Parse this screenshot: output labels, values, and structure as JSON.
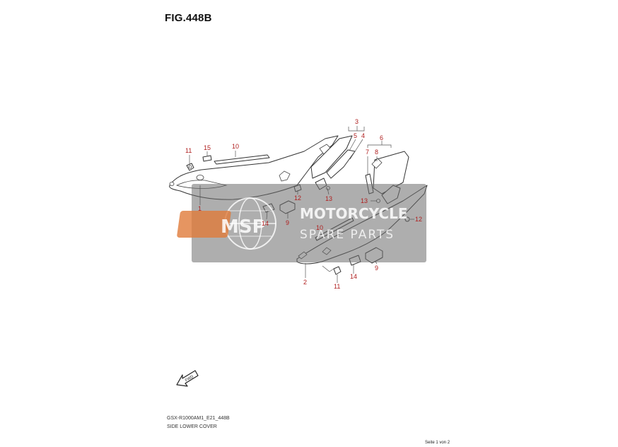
{
  "figure": {
    "title": "FIG.448B",
    "model_code": "GSX-R1000AM1_E21_448B",
    "part_name": "SIDE LOWER COVER",
    "page_label": "Seite 1 von 2"
  },
  "watermark": {
    "logo": "MSP",
    "line1": "MOTORCYCLE",
    "line2": "SPARE PARTS"
  },
  "fwd_label": "FWD",
  "callouts": {
    "c1": "1",
    "c2": "2",
    "c3": "3",
    "c4": "4",
    "c5": "5",
    "c6": "6",
    "c7": "7",
    "c8": "8",
    "c9a": "9",
    "c9b": "9",
    "c10a": "10",
    "c10b": "10",
    "c11a": "11",
    "c11b": "11",
    "c12a": "12",
    "c12b": "12",
    "c13a": "13",
    "c13b": "13",
    "c14a": "14",
    "c14b": "14",
    "c15": "15"
  },
  "colors": {
    "callout": "#b02020",
    "watermark_accent": "#e07a3a"
  }
}
